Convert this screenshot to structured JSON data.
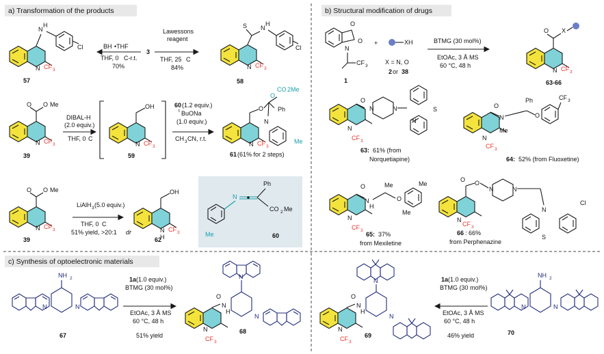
{
  "colors": {
    "yellow_ring": "#f3e33c",
    "teal_ring": "#7fd3d8",
    "cf3": "#e8332a",
    "accent_teal": "#1a9fa8",
    "panel_bg": "#e8e8e8",
    "compound60_bg": "#dfe9ee",
    "dye_blue": "#1f2a7a"
  },
  "panels": {
    "a": {
      "title": "a) Transformation of the products"
    },
    "b": {
      "title": "b) Structural modification of drugs"
    },
    "c": {
      "title": "c) Synthesis of optoelectronic materials"
    }
  },
  "labels": {
    "n": "N",
    "cf3": "CF",
    "sub3": "3",
    "o": "O",
    "s": "S",
    "nh": "N",
    "h": "H",
    "oh": "OH",
    "ome": "OMe",
    "cl": "Cl",
    "me": "Me",
    "ph": "Ph",
    "co2me": "CO",
    "co2me_tail": "2Me",
    "nh2": "NH",
    "sub2": "2",
    "x": "X",
    "xh": "XH",
    "plus": "+"
  },
  "a": {
    "r1": {
      "cmpd_left": "57",
      "reagent": "BH",
      "reagent_tail": "•THF",
      "cond": "THF, 0 ",
      "cond_tail": "C-r.t.",
      "yield": "70%",
      "center": "3",
      "reagent2_line1": "Lawessons",
      "reagent2_line2": "reagent",
      "cond2": "THF, 25 ",
      "cond2_tail": "C",
      "yield2": "84%",
      "cmpd_right": "58"
    },
    "r2": {
      "cmpd_left": "39",
      "reagent": "DIBAL-H",
      "equiv": "(2.0 equiv.)",
      "cond": "THF, 0 ",
      "cond_tail": "C",
      "cmpd_mid": "59",
      "step_a": "60",
      "step_a_tail": " (1.2 equiv.)",
      "step_b": "BuONa",
      "step_b_sup": "t",
      "step_c": "(1.0 equiv.)",
      "step_d": "CH",
      "step_d_tail": "CN, r.t.",
      "cmpd_right": "61",
      "cmpd_right_tail": " (61% for 2 steps)"
    },
    "r3": {
      "cmpd_left": "39",
      "reagent": "LiAlH",
      "reagent_tail": " (5.0 equiv.)",
      "cond": "THF, 0 ",
      "cond_tail": "C",
      "yield": "51% yield, >20:1 ",
      "dr": "dr",
      "cmpd_right": "62",
      "cmpd_box": "60"
    }
  },
  "b": {
    "reaction": {
      "cmpd_1": "1",
      "cmpd_2": "2",
      "cmpd_2_or": " or ",
      "cmpd_38": "38",
      "x_def": "X = N, O",
      "catalyst": "BTMG (30 mol%)",
      "solvent": "EtOAc, 3 Å MS",
      "temp": "60 °C,  48 h",
      "product": "63-66"
    },
    "products": [
      {
        "num": "63:",
        "text": " 61% (from",
        "text2": "Norquetiapine)"
      },
      {
        "num": "64:",
        "text": " 52% (from Fluoxetine)"
      },
      {
        "num": "65:",
        "text": " 37%",
        "text2": "from Mexiletine"
      },
      {
        "num": "66",
        "text": ": 66%",
        "text2": "from Perphenazine"
      }
    ]
  },
  "c": {
    "left": {
      "reactant": "67",
      "reagent": "1a",
      "reagent_tail": " (1.0 equiv.)",
      "catalyst": "BTMG (30 mol%)",
      "solvent": "EtOAc, 3 Å MS",
      "temp": "60 °C,  48 h",
      "yield": "51% yield",
      "product": "68"
    },
    "right": {
      "reactant": "70",
      "reagent": "1a",
      "reagent_tail": " (1.0 equiv.)",
      "catalyst": "BTMG (30 mol%)",
      "solvent": "EtOAc, 3 Å MS",
      "temp": "60 °C,  48 h",
      "yield": "46% yield",
      "product": "69"
    }
  }
}
